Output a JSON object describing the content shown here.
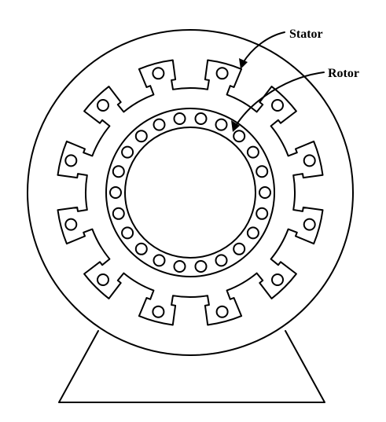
{
  "labels": {
    "stator": "Stator",
    "rotor": "Rotor"
  },
  "diagram": {
    "stator_slot_count": 12,
    "rotor_conductor_count": 22
  }
}
